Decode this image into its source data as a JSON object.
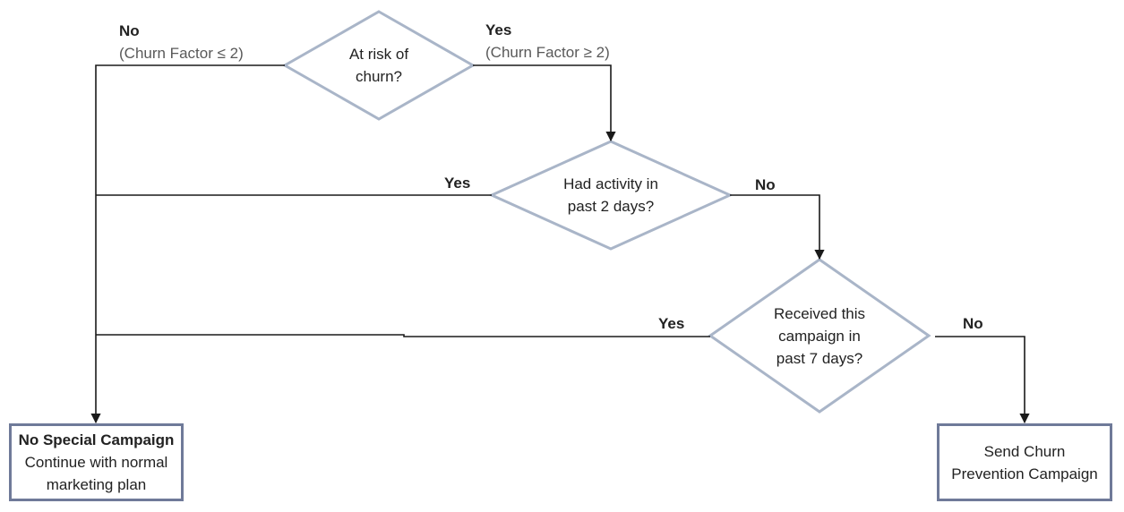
{
  "colors": {
    "diamond_stroke": "#a9b5c8",
    "box_stroke": "#6f7a99",
    "connector": "#1a1a1a",
    "text": "#222222",
    "subtext": "#595959"
  },
  "decisions": {
    "risk": {
      "line1": "At risk of",
      "line2": "churn?"
    },
    "activity": {
      "line1": "Had activity in",
      "line2": "past 2 days?"
    },
    "campaign": {
      "line1": "Received this",
      "line2": "campaign in",
      "line3": "past 7 days?"
    }
  },
  "edges": {
    "risk_no": {
      "label": "No",
      "condition": "(Churn Factor ≤ 2)"
    },
    "risk_yes": {
      "label": "Yes",
      "condition": "(Churn Factor ≥ 2)"
    },
    "activity_yes": {
      "label": "Yes"
    },
    "activity_no": {
      "label": "No"
    },
    "campaign_yes": {
      "label": "Yes"
    },
    "campaign_no": {
      "label": "No"
    }
  },
  "outcomes": {
    "no_special": {
      "title": "No Special Campaign",
      "line1": "Continue with normal",
      "line2": "marketing plan"
    },
    "send": {
      "line1": "Send Churn",
      "line2": "Prevention Campaign"
    }
  }
}
